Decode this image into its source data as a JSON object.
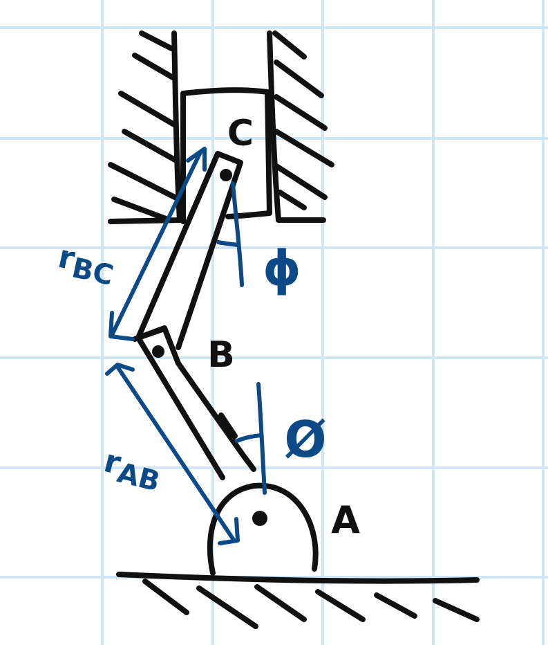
{
  "labels": {
    "point_a": "A",
    "point_b": "B",
    "point_c": "C",
    "r_bc": "r",
    "r_bc_sub": "BC",
    "r_ab": "r",
    "r_ab_sub": "AB",
    "phi": "ϕ",
    "theta": "Ø"
  },
  "colors": {
    "ink": "#111111",
    "annotation": "#0b4a86",
    "grid": "#cfe6f6",
    "paper": "#ffffff"
  }
}
